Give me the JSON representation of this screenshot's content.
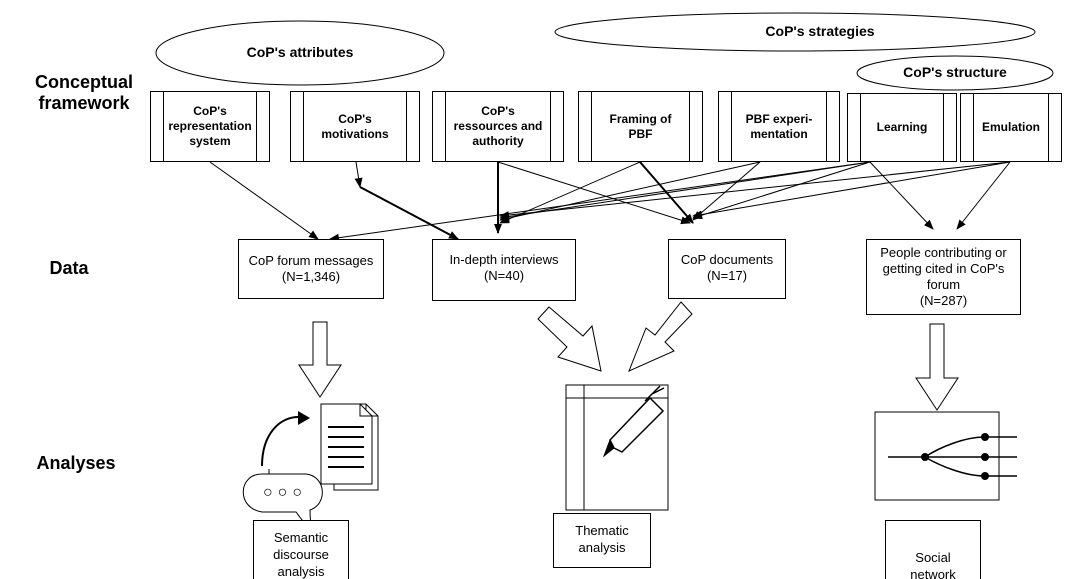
{
  "rows": {
    "framework": "Conceptual framework",
    "data": "Data",
    "analyses": "Analyses"
  },
  "groups": {
    "attributes": "CoP's attributes",
    "strategies": "CoP's strategies",
    "structure": "CoP's structure"
  },
  "framework_items": [
    "CoP's representation system",
    "CoP's motivations",
    "CoP's ressources and authority",
    "Framing of PBF",
    "PBF experi-mentation",
    "Learning",
    "Emulation"
  ],
  "data_sources": [
    {
      "label": "CoP forum messages",
      "n": "(N=1,346)"
    },
    {
      "label": "In-depth interviews",
      "n": "(N=40)"
    },
    {
      "label": "CoP documents",
      "n": "(N=17)"
    },
    {
      "label": "People contributing or getting cited in CoP's forum",
      "n": "(N=287)"
    }
  ],
  "analyses": [
    {
      "label": "Semantic discourse analysis",
      "icon": "discourse-document-icon"
    },
    {
      "label": "Thematic analysis",
      "icon": "notebook-pen-icon"
    },
    {
      "label": "Social network analysis",
      "icon": "network-graph-icon"
    }
  ],
  "speech_bubble_text": "○○○"
}
